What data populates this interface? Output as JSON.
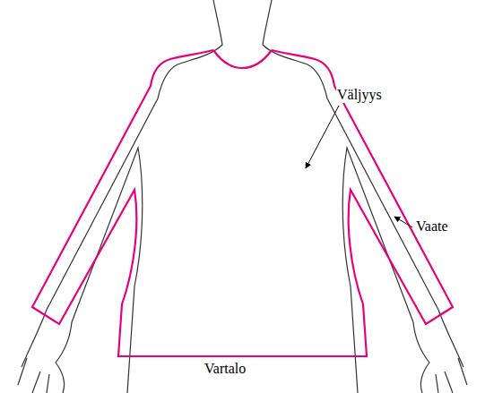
{
  "diagram": {
    "labels": [
      "Väljyys",
      "Vaate",
      "Vartalo"
    ]
  }
}
